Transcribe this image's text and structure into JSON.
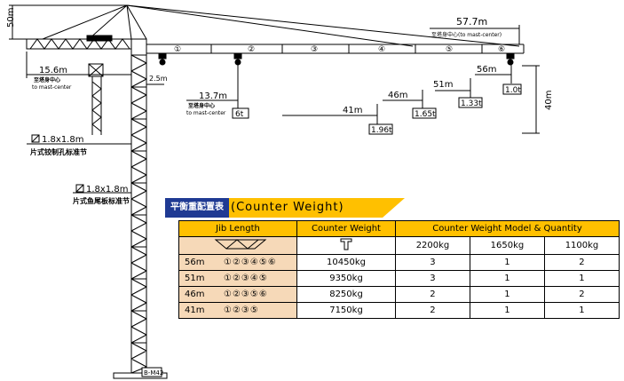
{
  "dimensions": {
    "height_label": "50m",
    "max_radius": "57.7m",
    "max_radius_note": "至塔身中心(to mast-center)",
    "counter_jib": "15.6m",
    "counter_jib_note_cn": "至塔身中心",
    "counter_jib_note_en": "to mast-center",
    "cab_offset": "2.5m",
    "radius_6t": "13.7m",
    "radius_6t_note_cn": "至塔身中心",
    "radius_6t_note_en": "to mast-center",
    "load_6t": "6t",
    "right_height": "40m",
    "model_tag": "B-M42"
  },
  "jib_sections": [
    "①",
    "②",
    "③",
    "④",
    "⑤",
    "⑥"
  ],
  "loads": [
    {
      "radius": "56m",
      "load": "1.0t"
    },
    {
      "radius": "51m",
      "load": "1.33t"
    },
    {
      "radius": "46m",
      "load": "1.65t"
    },
    {
      "radius": "41m",
      "load": "1.96t"
    }
  ],
  "mast_sections": [
    {
      "size": "1.8x1.8m",
      "name": "片式铰制孔标准节"
    },
    {
      "size": "1.8x1.8m",
      "name": "片式鱼尾板标准节"
    }
  ],
  "counter_weight": {
    "title_cn": "平衡重配置表",
    "title_en": "(Counter Weight)",
    "headers": {
      "jib_length": "Jib Length",
      "counter_weight": "Counter Weight",
      "model_quantity": "Counter Weight Model & Quantity",
      "m1": "2200kg",
      "m2": "1650kg",
      "m3": "1100kg"
    },
    "rows": [
      {
        "length": "56m",
        "sections": "①②③④⑤⑥",
        "weight": "10450kg",
        "q1": "3",
        "q2": "1",
        "q3": "2"
      },
      {
        "length": "51m",
        "sections": "①②③④⑤",
        "weight": "9350kg",
        "q1": "3",
        "q2": "1",
        "q3": "1"
      },
      {
        "length": "46m",
        "sections": "①②③⑤⑥",
        "weight": "8250kg",
        "q1": "2",
        "q2": "1",
        "q3": "2"
      },
      {
        "length": "41m",
        "sections": "①②③⑤",
        "weight": "7150kg",
        "q1": "2",
        "q2": "1",
        "q3": "1"
      }
    ]
  }
}
